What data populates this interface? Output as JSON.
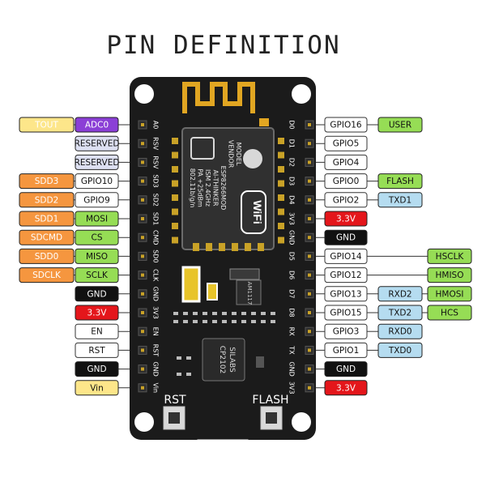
{
  "title": "PIN DEFINITION",
  "colors": {
    "yellow": "#fde68a",
    "purple": "#8b3fd6",
    "lavender": "#dde0f2",
    "orange": "#f5963f",
    "white": "#ffffff",
    "green": "#96dd55",
    "black": "#111111",
    "red": "#e4161b",
    "blue": "#b5dcf0",
    "board": "#1b1b1b"
  },
  "board": {
    "wifi_label": "WiFi",
    "chip_lines": [
      "MODEL",
      "VENDOR",
      "ESP8266MOD",
      "AI-THINKER",
      "ISM 2.4GHz",
      "PA +25dBm",
      "802.11b/g/n"
    ],
    "regulator": "AM1117",
    "usb_chip": [
      "SILABS",
      "CP2102"
    ],
    "rst_button": "RST",
    "flash_button": "FLASH",
    "left_pins": [
      "A0",
      "RSV",
      "RSV",
      "SD3",
      "SD2",
      "SD1",
      "CMD",
      "SD0",
      "CLK",
      "GND",
      "3V3",
      "EN",
      "RST",
      "GND",
      "Vin"
    ],
    "right_pins": [
      "D0",
      "D1",
      "D2",
      "D3",
      "D4",
      "3V3",
      "GND",
      "D5",
      "D6",
      "D7",
      "D8",
      "RX",
      "TX",
      "GND",
      "3V3"
    ]
  },
  "left_rows": [
    [
      {
        "t": "TOUT",
        "c": "yellow",
        "fg": "#ffffff"
      },
      {
        "t": "ADC0",
        "c": "purple",
        "fg": "#ffffff"
      }
    ],
    [
      {
        "t": "RESERVED",
        "c": "lavender",
        "fg": "#111111"
      }
    ],
    [
      {
        "t": "RESERVED",
        "c": "lavender",
        "fg": "#111111"
      }
    ],
    [
      {
        "t": "SDD3",
        "c": "orange",
        "fg": "#ffffff"
      },
      {
        "t": "GPIO10",
        "c": "white",
        "fg": "#111111"
      }
    ],
    [
      {
        "t": "SDD2",
        "c": "orange",
        "fg": "#ffffff"
      },
      {
        "t": "GPIO9",
        "c": "white",
        "fg": "#111111"
      }
    ],
    [
      {
        "t": "SDD1",
        "c": "orange",
        "fg": "#ffffff"
      },
      {
        "t": "MOSI",
        "c": "green",
        "fg": "#111111"
      }
    ],
    [
      {
        "t": "SDCMD",
        "c": "orange",
        "fg": "#ffffff"
      },
      {
        "t": "CS",
        "c": "green",
        "fg": "#111111"
      }
    ],
    [
      {
        "t": "SDD0",
        "c": "orange",
        "fg": "#ffffff"
      },
      {
        "t": "MISO",
        "c": "green",
        "fg": "#111111"
      }
    ],
    [
      {
        "t": "SDCLK",
        "c": "orange",
        "fg": "#ffffff"
      },
      {
        "t": "SCLK",
        "c": "green",
        "fg": "#111111"
      }
    ],
    [
      {
        "t": "GND",
        "c": "black",
        "fg": "#ffffff"
      }
    ],
    [
      {
        "t": "3.3V",
        "c": "red",
        "fg": "#ffffff"
      }
    ],
    [
      {
        "t": "EN",
        "c": "white",
        "fg": "#111111"
      }
    ],
    [
      {
        "t": "RST",
        "c": "white",
        "fg": "#111111"
      }
    ],
    [
      {
        "t": "GND",
        "c": "black",
        "fg": "#ffffff"
      }
    ],
    [
      {
        "t": "Vin",
        "c": "yellow",
        "fg": "#111111"
      }
    ]
  ],
  "right_rows": [
    [
      {
        "t": "GPIO16",
        "c": "white",
        "fg": "#111111"
      },
      {
        "t": "USER",
        "c": "green",
        "fg": "#111111"
      }
    ],
    [
      {
        "t": "GPIO5",
        "c": "white",
        "fg": "#111111"
      }
    ],
    [
      {
        "t": "GPIO4",
        "c": "white",
        "fg": "#111111"
      }
    ],
    [
      {
        "t": "GPIO0",
        "c": "white",
        "fg": "#111111"
      },
      {
        "t": "FLASH",
        "c": "green",
        "fg": "#111111"
      }
    ],
    [
      {
        "t": "GPIO2",
        "c": "white",
        "fg": "#111111"
      },
      {
        "t": "TXD1",
        "c": "blue",
        "fg": "#111111"
      }
    ],
    [
      {
        "t": "3.3V",
        "c": "red",
        "fg": "#ffffff"
      }
    ],
    [
      {
        "t": "GND",
        "c": "black",
        "fg": "#ffffff"
      }
    ],
    [
      {
        "t": "GPIO14",
        "c": "white",
        "fg": "#111111"
      },
      {
        "t": "HSCLK",
        "c": "green",
        "fg": "#111111"
      }
    ],
    [
      {
        "t": "GPIO12",
        "c": "white",
        "fg": "#111111"
      },
      {
        "t": "HMISO",
        "c": "green",
        "fg": "#111111"
      }
    ],
    [
      {
        "t": "GPIO13",
        "c": "white",
        "fg": "#111111"
      },
      {
        "t": "RXD2",
        "c": "blue",
        "fg": "#111111"
      },
      {
        "t": "HMOSI",
        "c": "green",
        "fg": "#111111"
      }
    ],
    [
      {
        "t": "GPIO15",
        "c": "white",
        "fg": "#111111"
      },
      {
        "t": "TXD2",
        "c": "blue",
        "fg": "#111111"
      },
      {
        "t": "HCS",
        "c": "green",
        "fg": "#111111"
      }
    ],
    [
      {
        "t": "GPIO3",
        "c": "white",
        "fg": "#111111"
      },
      {
        "t": "RXD0",
        "c": "blue",
        "fg": "#111111"
      }
    ],
    [
      {
        "t": "GPIO1",
        "c": "white",
        "fg": "#111111"
      },
      {
        "t": "TXD0",
        "c": "blue",
        "fg": "#111111"
      }
    ],
    [
      {
        "t": "GND",
        "c": "black",
        "fg": "#ffffff"
      }
    ],
    [
      {
        "t": "3.3V",
        "c": "red",
        "fg": "#ffffff"
      }
    ]
  ]
}
